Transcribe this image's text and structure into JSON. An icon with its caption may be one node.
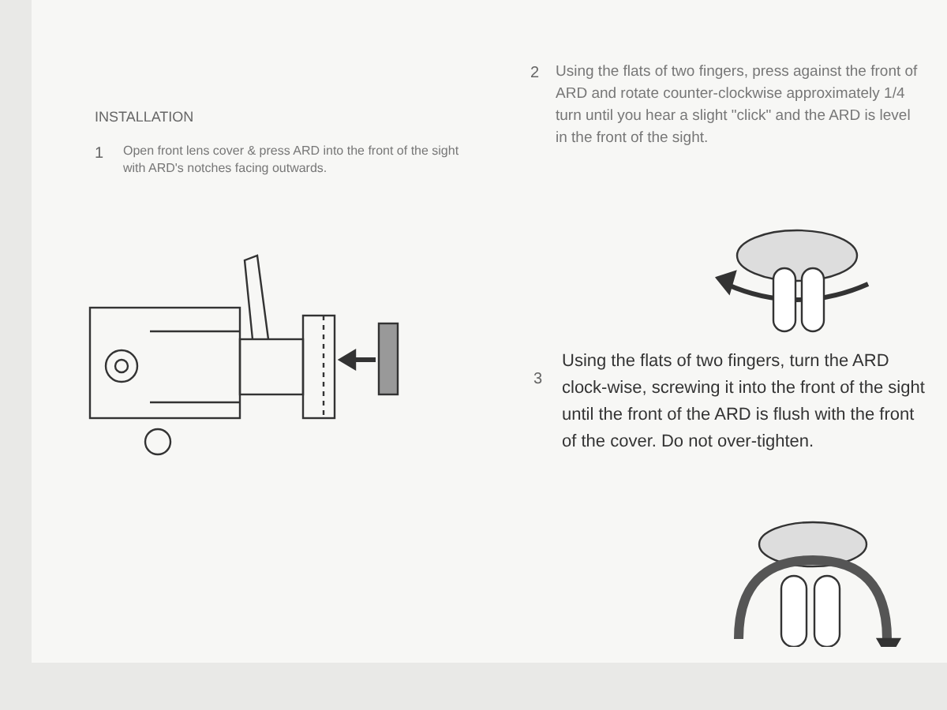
{
  "diagram": {
    "title": "INSTALLATION",
    "labels": [
      "1",
      "Open front lens cover & press ARD into the front of the sight with ARD's notches facing outwards.",
      "2",
      "Using the flats of two fingers, press against the front of ARD and rotate counter-clockwise approximately 1/4 turn until you hear a slight \"click\" and the ARD is level in the front of the sight.",
      "3",
      "Using the flats of two fingers, turn the ARD clock-wise, screwing it into the front of the sight until the front of the ARD is flush with the front of the cover. Do not over-tighten."
    ]
  }
}
